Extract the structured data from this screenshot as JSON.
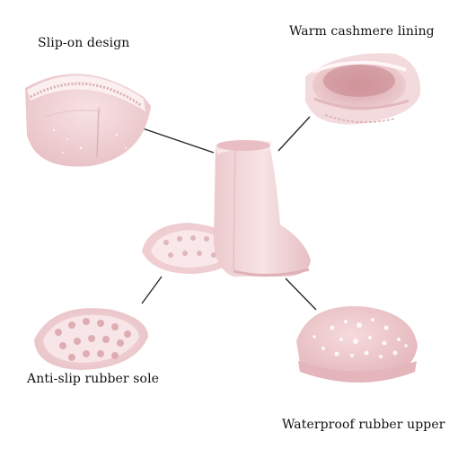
{
  "features": {
    "top_left": "Slip-on design",
    "top_right": "Warm cashmere lining",
    "bottom_left": "Anti-slip rubber sole",
    "bottom_right": "Waterproof rubber upper"
  },
  "colors": {
    "boot_pink": "#f2d4d6",
    "boot_shadow": "#e3b9bd",
    "lining_pink": "#e8c2c6",
    "sole_pink": "#eed0d4",
    "leader_line": "#222222"
  }
}
